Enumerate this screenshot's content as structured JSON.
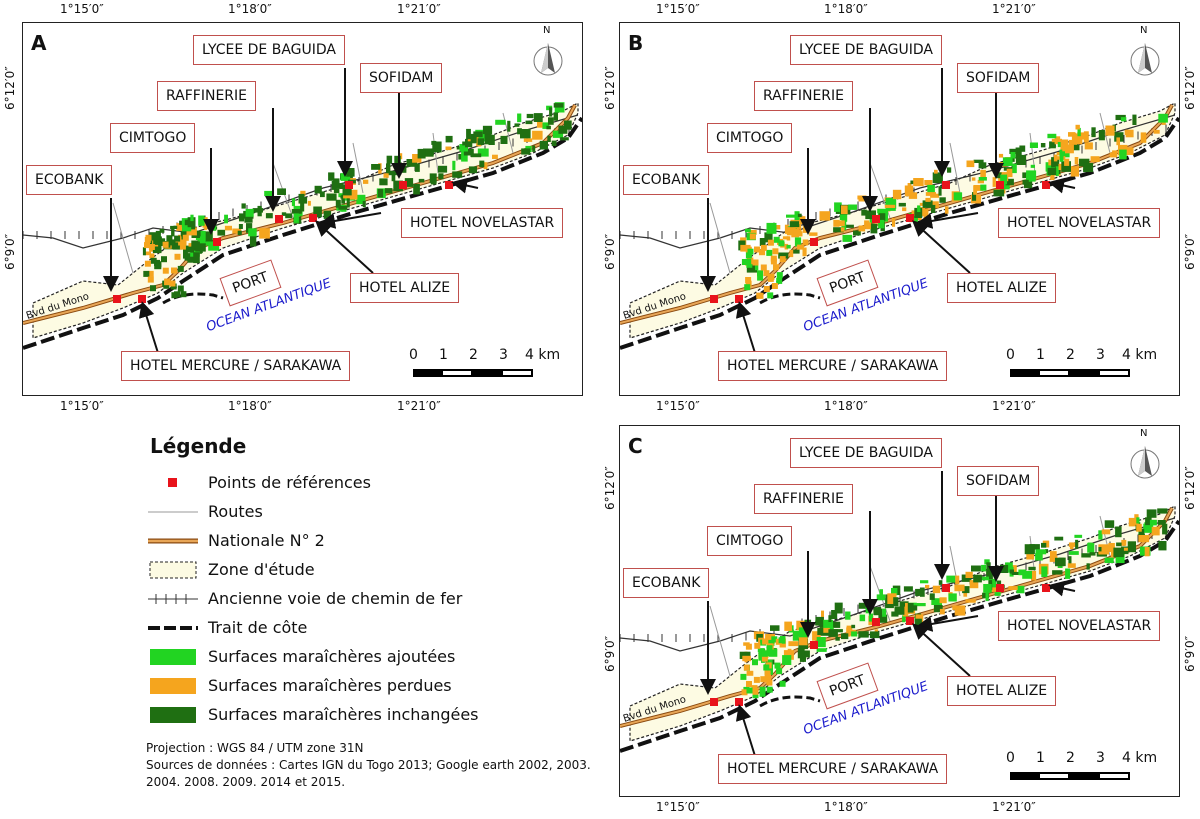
{
  "coords": {
    "lon": [
      "1°15′0″",
      "1°18′0″",
      "1°21′0″"
    ],
    "lat": [
      "6°12′0″",
      "6°9′0″"
    ]
  },
  "panels": [
    {
      "id": "A",
      "letter": "A"
    },
    {
      "id": "B",
      "letter": "B"
    },
    {
      "id": "C",
      "letter": "C"
    }
  ],
  "labels": {
    "lycee": "LYCEE DE BAGUIDA",
    "sofidam": "SOFIDAM",
    "raffinerie": "RAFFINERIE",
    "cimtogo": "CIMTOGO",
    "ecobank": "ECOBANK",
    "novelastar": "HOTEL NOVELASTAR",
    "alize": "HOTEL ALIZE",
    "mercure": "HOTEL MERCURE / SARAKAWA",
    "port": "PORT",
    "ocean": "OCEAN ATLANTIQUE",
    "bvd": "Bvd du Mono"
  },
  "north": "N",
  "scale": {
    "ticks": [
      "0",
      "1",
      "2",
      "3",
      "4 km"
    ]
  },
  "legend": {
    "title": "Légende",
    "items": [
      {
        "label": "Points de références",
        "sym": "red-square"
      },
      {
        "label": "Routes",
        "sym": "grey-line"
      },
      {
        "label": "Nationale N° 2",
        "sym": "national-road"
      },
      {
        "label": "Zone d'étude",
        "sym": "study-zone"
      },
      {
        "label": "Ancienne voie de chemin de fer",
        "sym": "railway"
      },
      {
        "label": "Trait de côte",
        "sym": "coastline"
      },
      {
        "label": "Surfaces maraîchères ajoutées",
        "sym": "green-light"
      },
      {
        "label": "Surfaces maraîchères perdues",
        "sym": "orange"
      },
      {
        "label": "Surfaces maraîchères inchangées",
        "sym": "green-dark"
      }
    ]
  },
  "notes": {
    "projection": "Projection : WGS 84 / UTM zone 31N",
    "sources": "Sources de données : Cartes IGN du Togo 2013; Google earth 2002, 2003. 2004. 2008. 2009. 2014 et 2015."
  },
  "colors": {
    "red_point": "#e8131b",
    "added": "#22d422",
    "lost": "#f5a51e",
    "unchanged": "#1f6f12",
    "zone": "#fdfbe3",
    "road_national": "#e8a657"
  }
}
